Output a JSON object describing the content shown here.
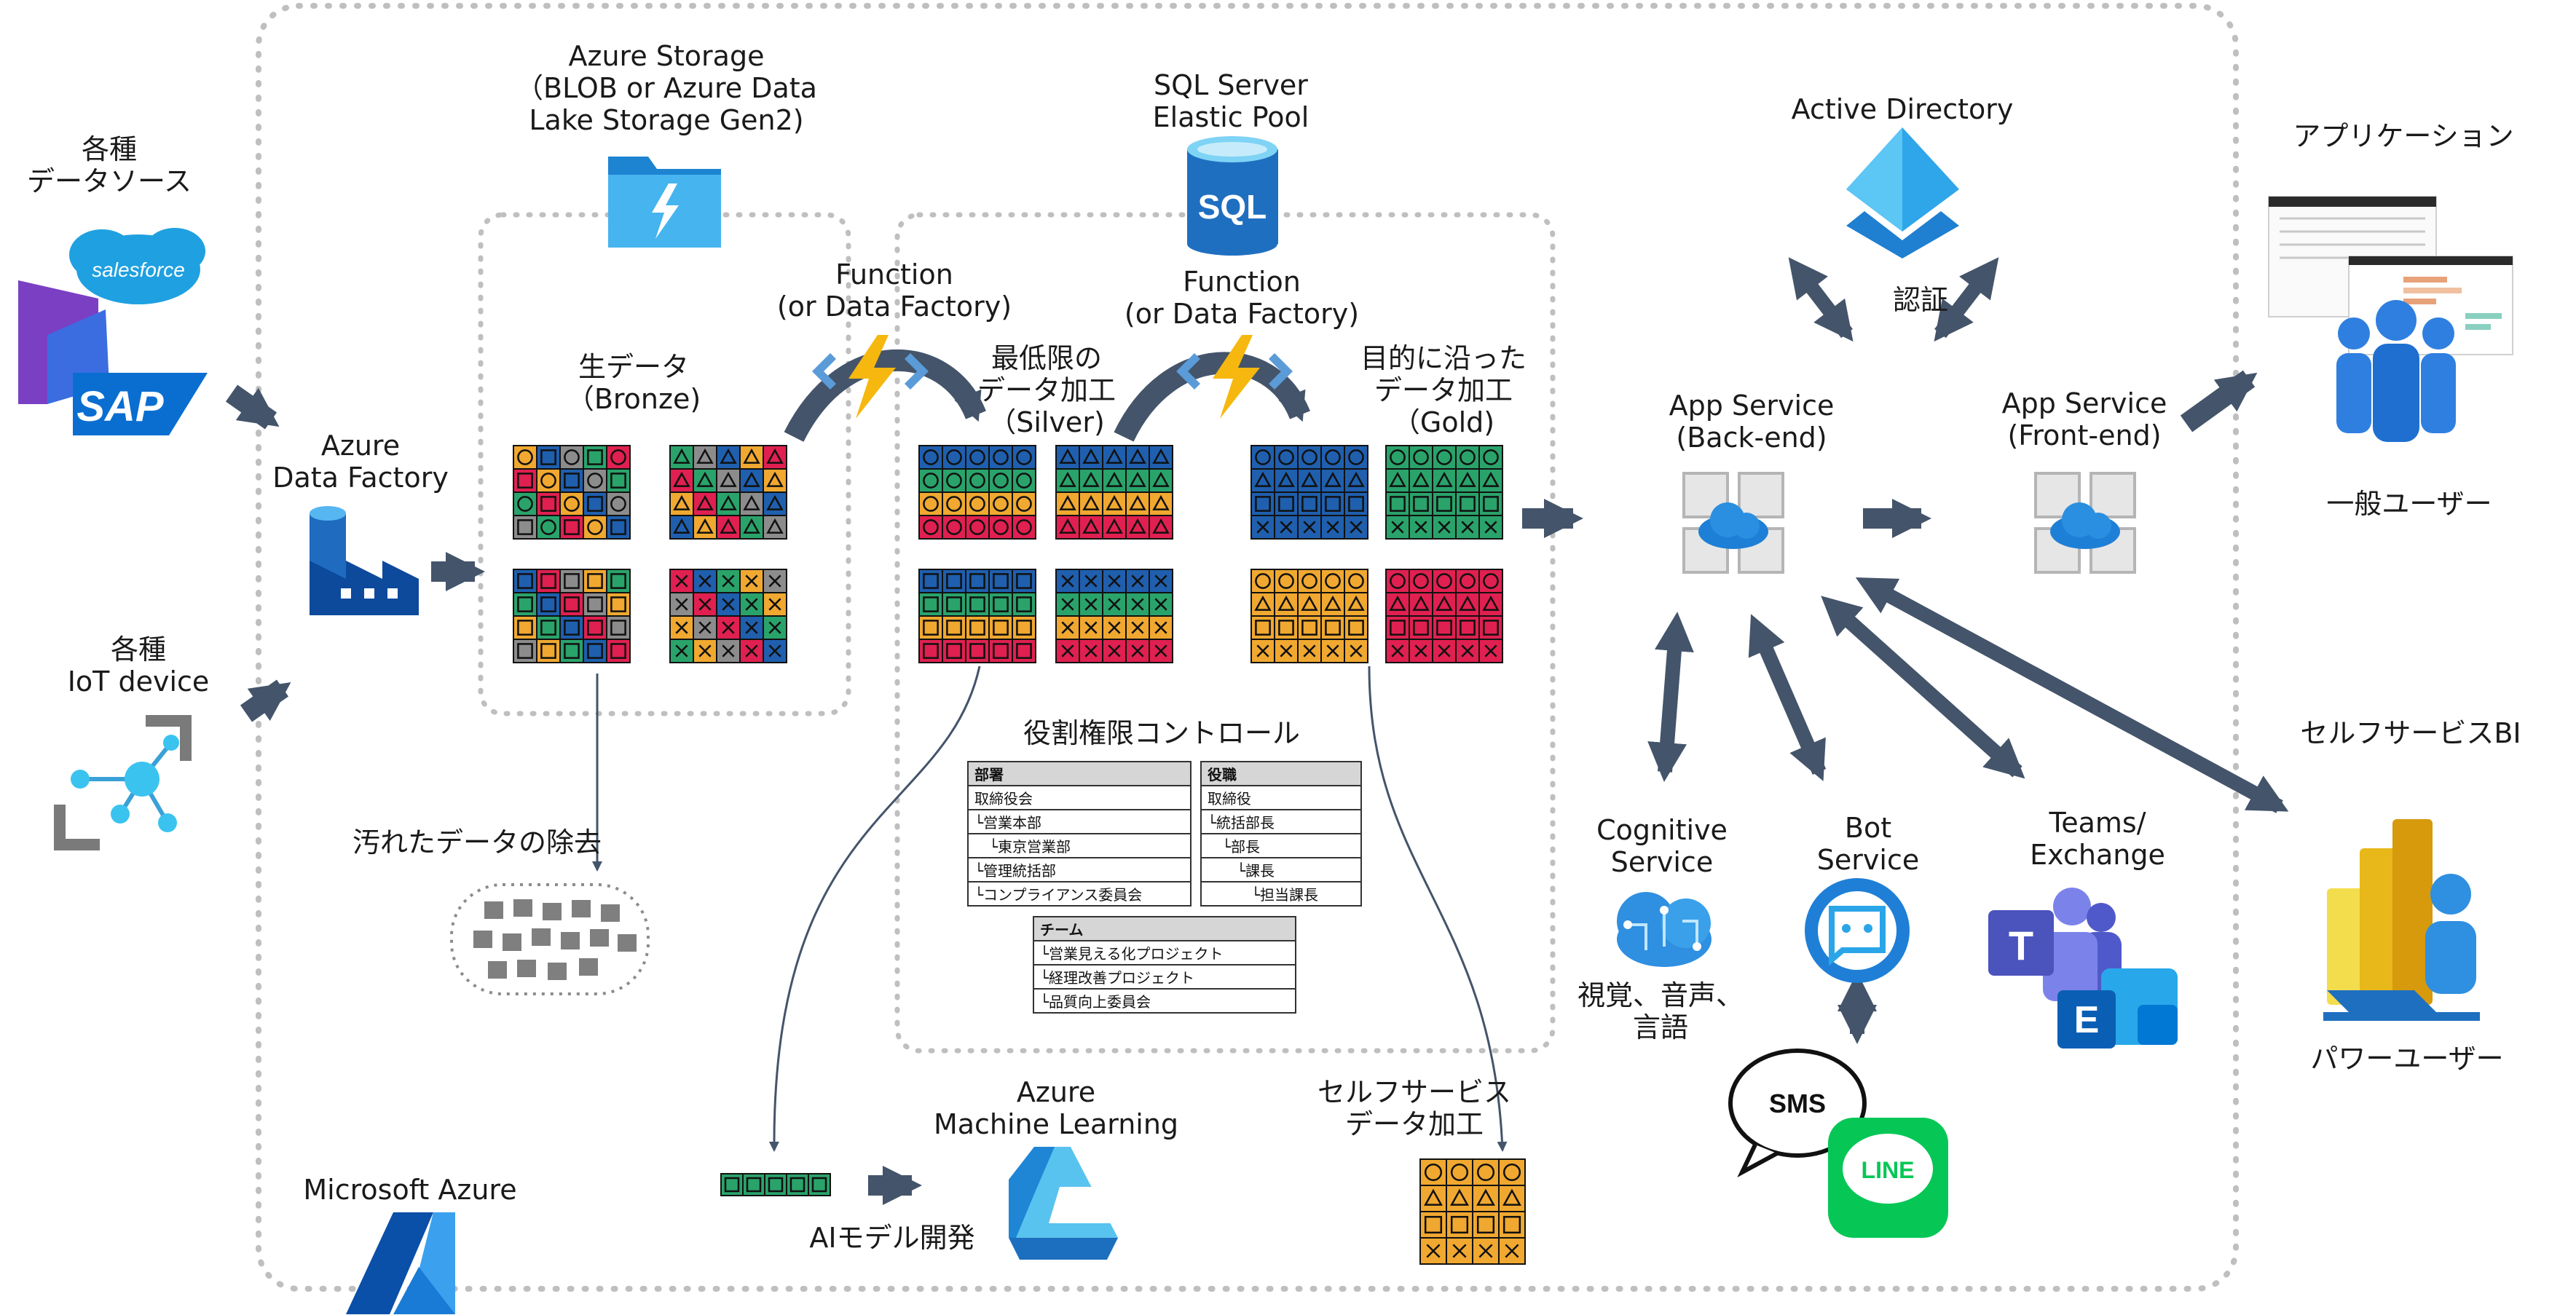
{
  "labels": {
    "sources_title": [
      "各種",
      "データソース"
    ],
    "salesforce": "salesforce",
    "sap": "SAP",
    "iot_title": [
      "各種",
      "IoT device"
    ],
    "adf": [
      "Azure",
      "Data Factory"
    ],
    "storage": [
      "Azure Storage",
      "（BLOB or Azure Data",
      "Lake Storage Gen2)"
    ],
    "sql": [
      "SQL Server",
      "Elastic Pool"
    ],
    "sql_icon": "SQL",
    "function1": [
      "Function",
      "(or Data Factory)"
    ],
    "function2": [
      "Function",
      "(or Data Factory)"
    ],
    "bronze": [
      "生データ",
      "（Bronze)"
    ],
    "silver": [
      "最低限の",
      "データ加工",
      "（Silver)"
    ],
    "gold": [
      "目的に沿った",
      "データ加工",
      "（Gold)"
    ],
    "dirty": "汚れたデータの除去",
    "rbac": "役割権限コントロール",
    "ai_model": "AIモデル開発",
    "aml": [
      "Azure",
      "Machine Learning"
    ],
    "selfservice_data": [
      "セルフサービス",
      "データ加工"
    ],
    "ms_azure": "Microsoft Azure",
    "ad": "Active Directory",
    "auth": "認証",
    "backend": [
      "App Service",
      "(Back-end)"
    ],
    "frontend": [
      "App Service",
      "(Front-end)"
    ],
    "cognitive": [
      "Cognitive",
      "Service"
    ],
    "cognitive_sub": [
      "視覚、音声、",
      "言語"
    ],
    "bot": [
      "Bot",
      "Service"
    ],
    "teams": [
      "Teams/",
      "Exchange"
    ],
    "sms": "SMS",
    "line": "LINE",
    "teams_icon": "T",
    "exchange_icon": "E",
    "app_title": "アプリケーション",
    "general_users": "一般ユーザー",
    "selfservice_bi": "セルフサービスBI",
    "power_users": "パワーユーザー"
  },
  "org_tables": {
    "dept": {
      "header": "部署",
      "rows": [
        "取締役会",
        "└営業本部",
        "　└東京営業部",
        "└管理統括部",
        "└コンプライアンス委員会"
      ]
    },
    "role": {
      "header": "役職",
      "rows": [
        "取締役",
        "└統括部長",
        "　└部長",
        "　　└課長",
        "　　　└担当課長"
      ]
    },
    "team": {
      "header": "チーム",
      "rows": [
        "└営業見える化プロジェクト",
        "└経理改善プロジェクト",
        "└品質向上委員会"
      ]
    }
  },
  "colors": {
    "arrow": "#44546a",
    "dotted": "#bfbfbf",
    "orange": "#f0a830",
    "green": "#2aa36b",
    "blue": "#1f5fae",
    "red": "#e02050",
    "gray": "#8c8c8c",
    "azure": "#0078d4"
  },
  "icons": [
    "salesforce-icon",
    "dynamics-icon",
    "sap-icon",
    "iot-icon",
    "data-factory-icon",
    "storage-icon",
    "sql-icon",
    "function-icon",
    "dirty-data-icon",
    "azure-ml-icon",
    "azure-logo-icon",
    "active-directory-icon",
    "app-service-icon",
    "cognitive-icon",
    "bot-icon",
    "sms-icon",
    "line-icon",
    "teams-icon",
    "exchange-icon",
    "users-icon",
    "app-screens-icon",
    "powerbi-icon"
  ]
}
